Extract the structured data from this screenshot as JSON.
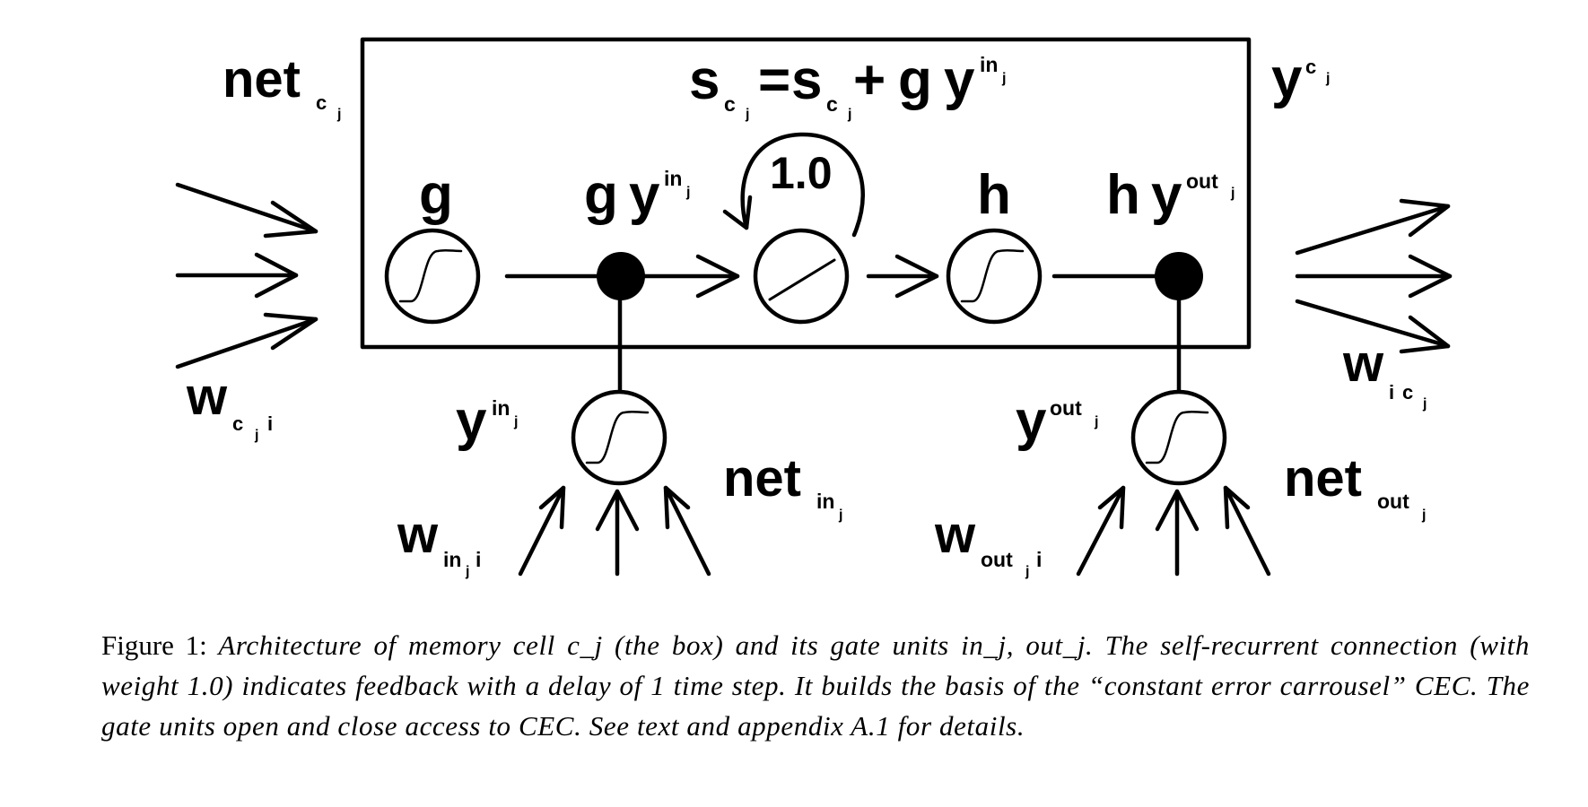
{
  "diagram": {
    "cell_update": {
      "s": "s",
      "c": "c",
      "j": "j",
      "eq": "=",
      "plus": "+",
      "g": "g",
      "y": "y",
      "in": "in"
    },
    "net_c": {
      "main": "net",
      "c": "c",
      "j": "j"
    },
    "y_c": {
      "main": "y",
      "c": "c",
      "j": "j"
    },
    "g_label": "g",
    "gy_label": {
      "g": "g",
      "y": "y",
      "in": "in",
      "j": "j"
    },
    "recurrent_weight": "1.0",
    "h_label": "h",
    "hy_label": {
      "h": "h",
      "y": "y",
      "out": "out",
      "j": "j"
    },
    "w_cji": {
      "w": "w",
      "c": "c",
      "j": "j",
      "i": "i"
    },
    "w_icj": {
      "w": "w",
      "i": "i",
      "c": "c",
      "j": "j"
    },
    "y_in": {
      "y": "y",
      "in": "in",
      "j": "j"
    },
    "net_in": {
      "net": "net",
      "in": "in",
      "j": "j"
    },
    "w_in": {
      "w": "w",
      "in": "in",
      "j": "j",
      "i": "i"
    },
    "y_out": {
      "y": "y",
      "out": "out",
      "j": "j"
    },
    "net_out": {
      "net": "net",
      "out": "out",
      "j": "j"
    },
    "w_out": {
      "w": "w",
      "out": "out",
      "j": "j",
      "i": "i"
    }
  },
  "caption": {
    "prefix": "Figure 1: ",
    "text": "Architecture of memory cell c_j (the box) and its gate units in_j, out_j. The self-recurrent connection (with weight 1.0) indicates feedback with a delay of 1 time step. It builds the basis of the “constant error carrousel” CEC. The gate units open and close access to CEC. See text and appendix A.1 for details."
  }
}
